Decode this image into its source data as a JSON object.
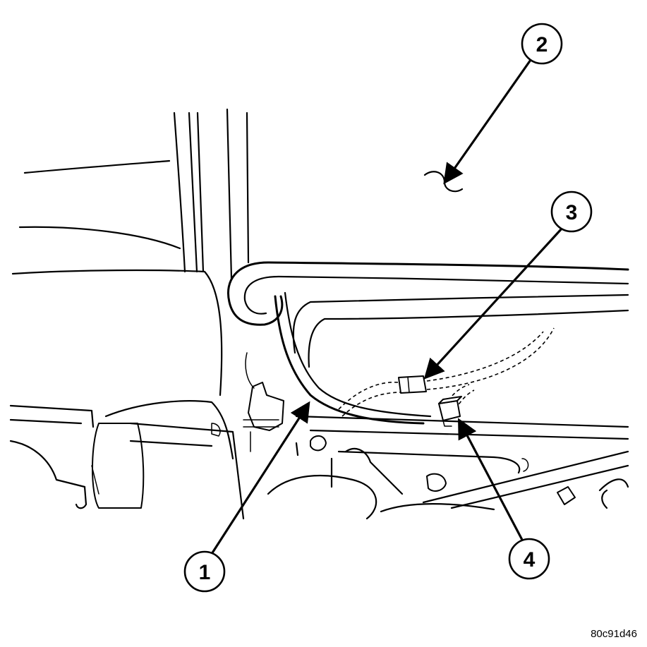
{
  "callouts": [
    {
      "label": "1"
    },
    {
      "label": "2"
    },
    {
      "label": "3"
    },
    {
      "label": "4"
    }
  ],
  "figure_code": "80c91d46"
}
